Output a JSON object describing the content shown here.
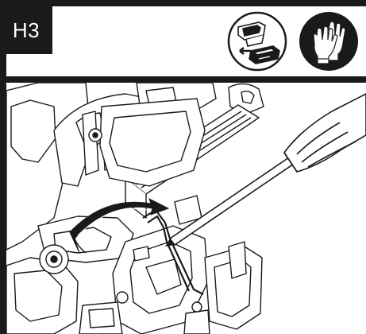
{
  "step": {
    "label": "H3"
  },
  "header_icons": [
    {
      "name": "battery-removal-icon",
      "meaning": "remove-battery"
    },
    {
      "name": "gloves-icon",
      "meaning": "wear-gloves"
    }
  ],
  "colors": {
    "ink": "#1a1a1a",
    "paper": "#ffffff"
  },
  "illustration": {
    "icon": "screwdriver-prying-clip-icon"
  }
}
